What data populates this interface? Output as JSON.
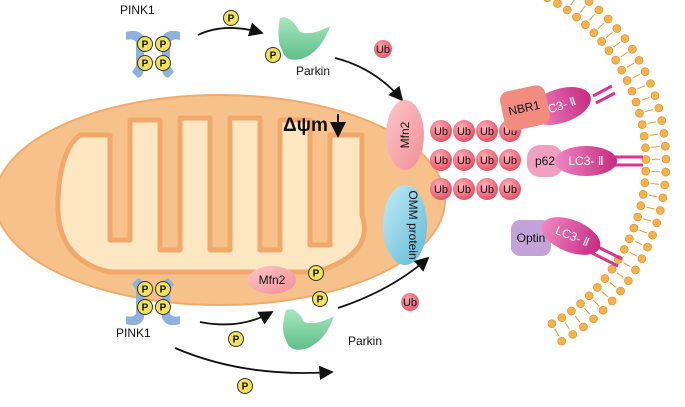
{
  "labels": {
    "pink1": "PINK1",
    "parkin": "Parkin",
    "ub": "Ub",
    "p": "P",
    "delta_psi": "Δψm",
    "mfn2": "Mfn2",
    "omm_protein": "OMM protein",
    "nbr1": "NBR1",
    "p62": "p62",
    "optin": "Optin",
    "lc3": "LC3- Ⅱ"
  },
  "colors": {
    "mito_outer": "#f7c18c",
    "mito_inner": "#fde7c3",
    "pink1_protein": "#8fb1dd",
    "phospho": "#f2e25b",
    "parkin": "#7fd3a2",
    "ub": "#ee5566",
    "mfn2": "#f6a7ad",
    "omm": "#7ec8e0",
    "nbr1": "#f28c80",
    "p62": "#f0a1c2",
    "optin": "#c4a3d8",
    "lc3": "#d7358f",
    "membrane": "#f5b24c"
  },
  "ub_chains": [
    [
      "Ub",
      "Ub",
      "Ub",
      "Ub"
    ],
    [
      "Ub",
      "Ub",
      "Ub",
      "Ub"
    ],
    [
      "Ub",
      "Ub",
      "Ub",
      "Ub"
    ]
  ]
}
